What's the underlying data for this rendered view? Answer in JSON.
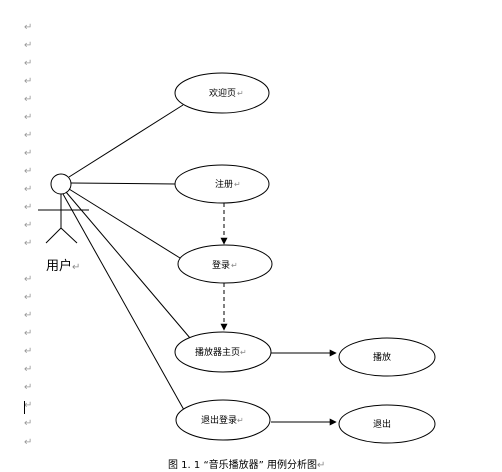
{
  "paragraph_mark": "↵",
  "actor": {
    "label": "用户"
  },
  "use_cases": [
    {
      "id": "welcome",
      "label": "欢迎页"
    },
    {
      "id": "register",
      "label": "注册"
    },
    {
      "id": "login",
      "label": "登录"
    },
    {
      "id": "player-home",
      "label": "播放器主页"
    },
    {
      "id": "logout",
      "label": "退出登录"
    },
    {
      "id": "play",
      "label": "播放"
    },
    {
      "id": "exit",
      "label": "退出"
    }
  ],
  "caption": "图 1. 1 “音乐播放器” 用例分析图"
}
